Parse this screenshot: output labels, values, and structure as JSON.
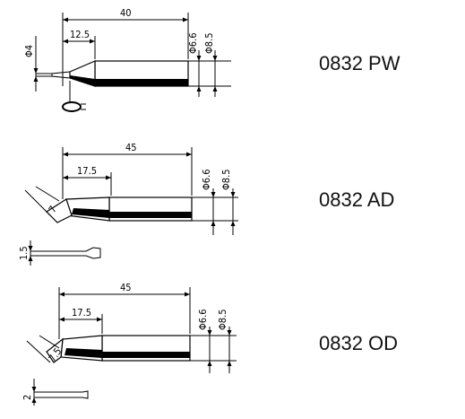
{
  "tips": [
    {
      "code": "0832  PW",
      "len_total": "40",
      "len_front": "12.5",
      "dia_small": "Φ6.6",
      "dia_large": "Φ8.5",
      "tip_dim": "Φ4"
    },
    {
      "code": "0832  AD",
      "len_total": "45",
      "len_front": "17.5",
      "dia_small": "Φ6.6",
      "dia_large": "Φ8.5",
      "tip_dim": "7",
      "side_dim": "1.5"
    },
    {
      "code": "0832  OD",
      "len_total": "45",
      "len_front": "17.5",
      "dia_small": "Φ6.6",
      "dia_large": "Φ8.5",
      "tip_dim": "7.5",
      "side_dim": "2"
    }
  ]
}
